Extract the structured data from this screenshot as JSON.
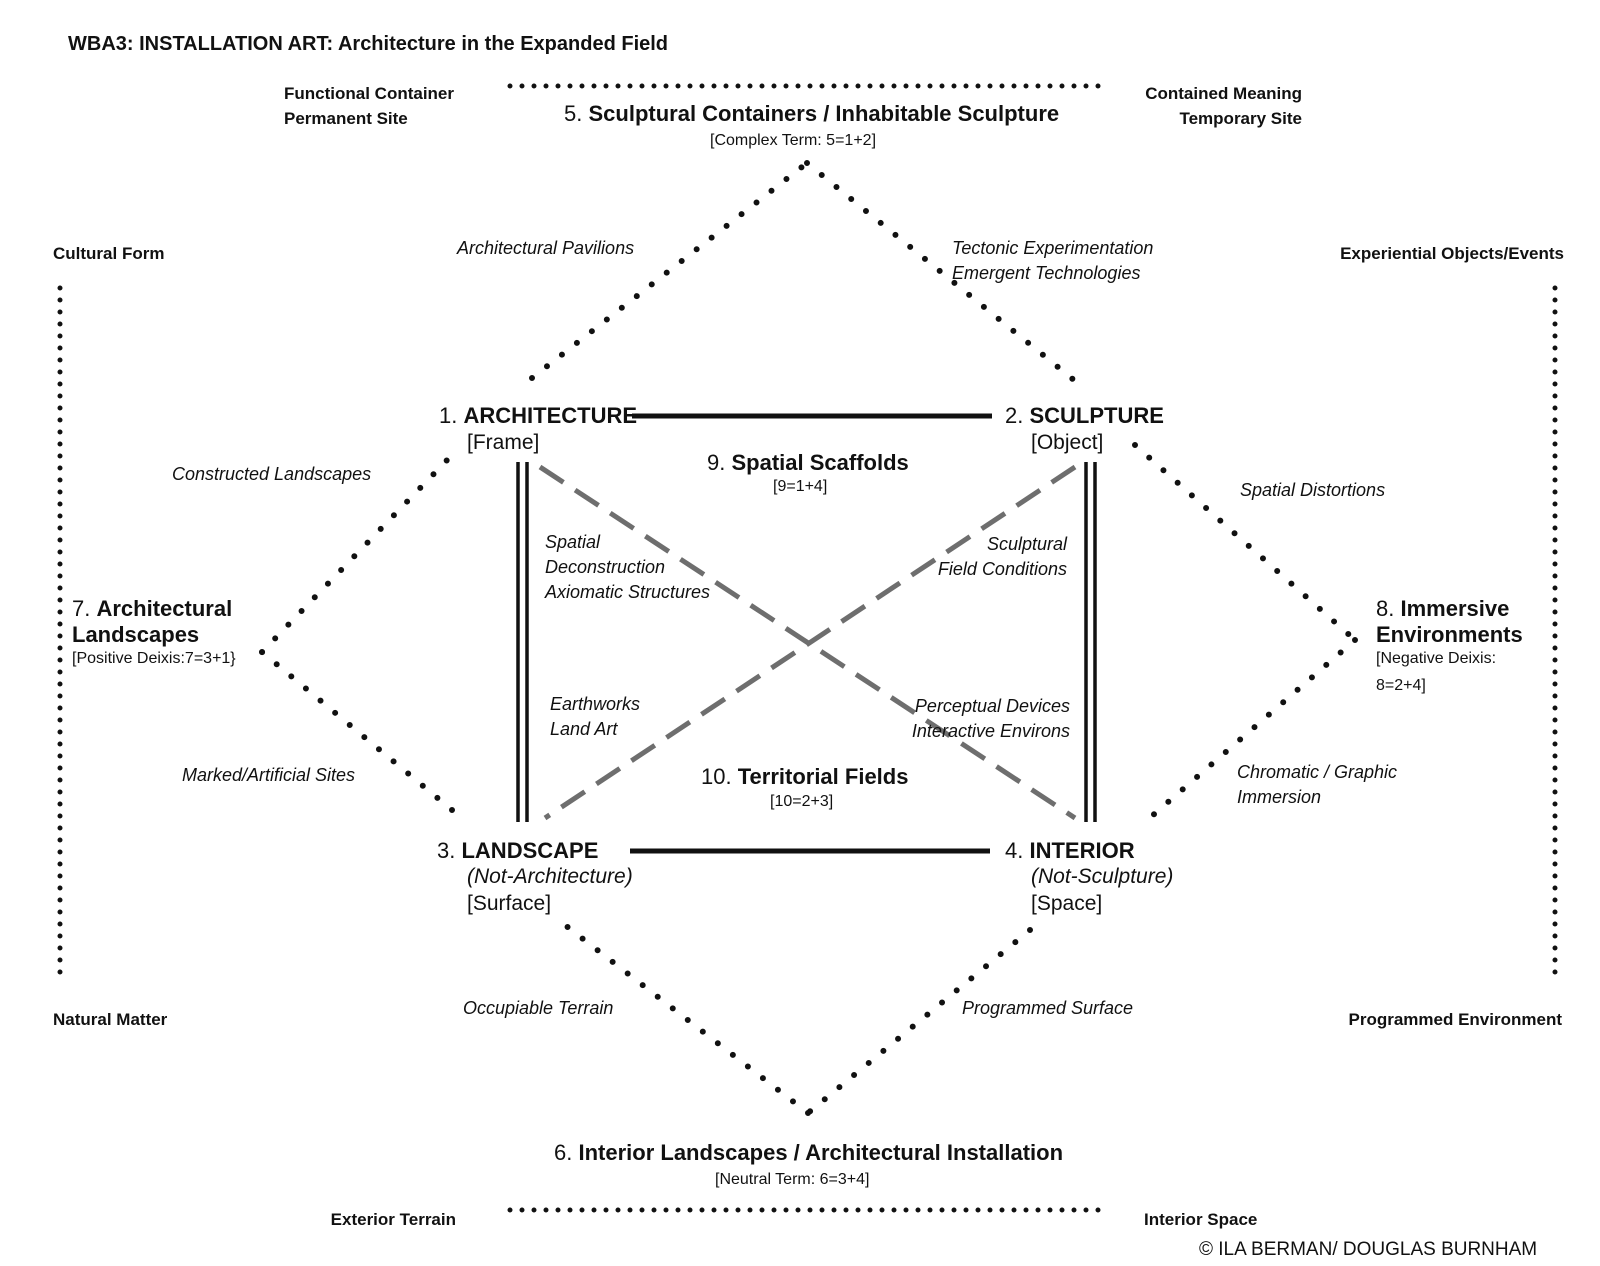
{
  "title": "WBA3: INSTALLATION ART: Architecture in the Expanded Field",
  "credit": "© ILA BERMAN/ DOUGLAS BURNHAM",
  "corners": {
    "top_left": [
      "Functional Container",
      "Permanent Site"
    ],
    "top_right": [
      "Contained Meaning",
      "Temporary Site"
    ],
    "mid_left_top": "Cultural Form",
    "mid_right_top": "Experiential Objects/Events",
    "mid_left_bottom": "Natural Matter",
    "mid_right_bottom": "Programmed Environment",
    "bottom_left": "Exterior Terrain",
    "bottom_right": "Interior Space"
  },
  "nodes": {
    "n1": {
      "num": "1.",
      "name": "ARCHITECTURE",
      "sub": "[Frame]"
    },
    "n2": {
      "num": "2.",
      "name": "SCULPTURE",
      "sub": "[Object]"
    },
    "n3": {
      "num": "3.",
      "name": "LANDSCAPE",
      "sub1": "(Not-Architecture)",
      "sub2": "[Surface]"
    },
    "n4": {
      "num": "4.",
      "name": "INTERIOR",
      "sub1": "(Not-Sculpture)",
      "sub2": "[Space]"
    },
    "n5": {
      "num": "5.",
      "name": "Sculptural Containers / Inhabitable Sculpture",
      "sub": "[Complex Term: 5=1+2]"
    },
    "n6": {
      "num": "6.",
      "name": "Interior Landscapes / Architectural Installation",
      "sub": "[Neutral Term: 6=3+4]"
    },
    "n7": {
      "num": "7.",
      "name1": "Architectural",
      "name2": "Landscapes",
      "sub": "[Positive Deixis:7=3+1}"
    },
    "n8": {
      "num": "8.",
      "name1": "Immersive",
      "name2": "Environments",
      "sub1": "[Negative Deixis:",
      "sub2": "8=2+4]"
    },
    "n9": {
      "num": "9.",
      "name": "Spatial Scaffolds",
      "sub": "[9=1+4]"
    },
    "n10": {
      "num": "10.",
      "name": "Territorial Fields",
      "sub": "[10=2+3]"
    }
  },
  "relations": {
    "architectural_pavilions": "Architectural Pavilions",
    "tectonic": [
      "Tectonic Experimentation",
      "Emergent Technologies"
    ],
    "constructed_landscapes": "Constructed Landscapes",
    "spatial_distortions": "Spatial Distortions",
    "spatial_deconstruction": [
      "Spatial",
      "Deconstruction",
      "Axiomatic Structures"
    ],
    "sculptural_field": [
      "Sculptural",
      "Field Conditions"
    ],
    "earthworks": [
      "Earthworks",
      "Land Art"
    ],
    "perceptual_devices": [
      "Perceptual Devices",
      "Interactive Environs"
    ],
    "marked_sites": "Marked/Artificial Sites",
    "chromatic": [
      "Chromatic / Graphic",
      "Immersion"
    ],
    "occupiable_terrain": "Occupiable Terrain",
    "programmed_surface": "Programmed Surface"
  },
  "colors": {
    "ink": "#111111",
    "dash": "#6e6e6e"
  }
}
